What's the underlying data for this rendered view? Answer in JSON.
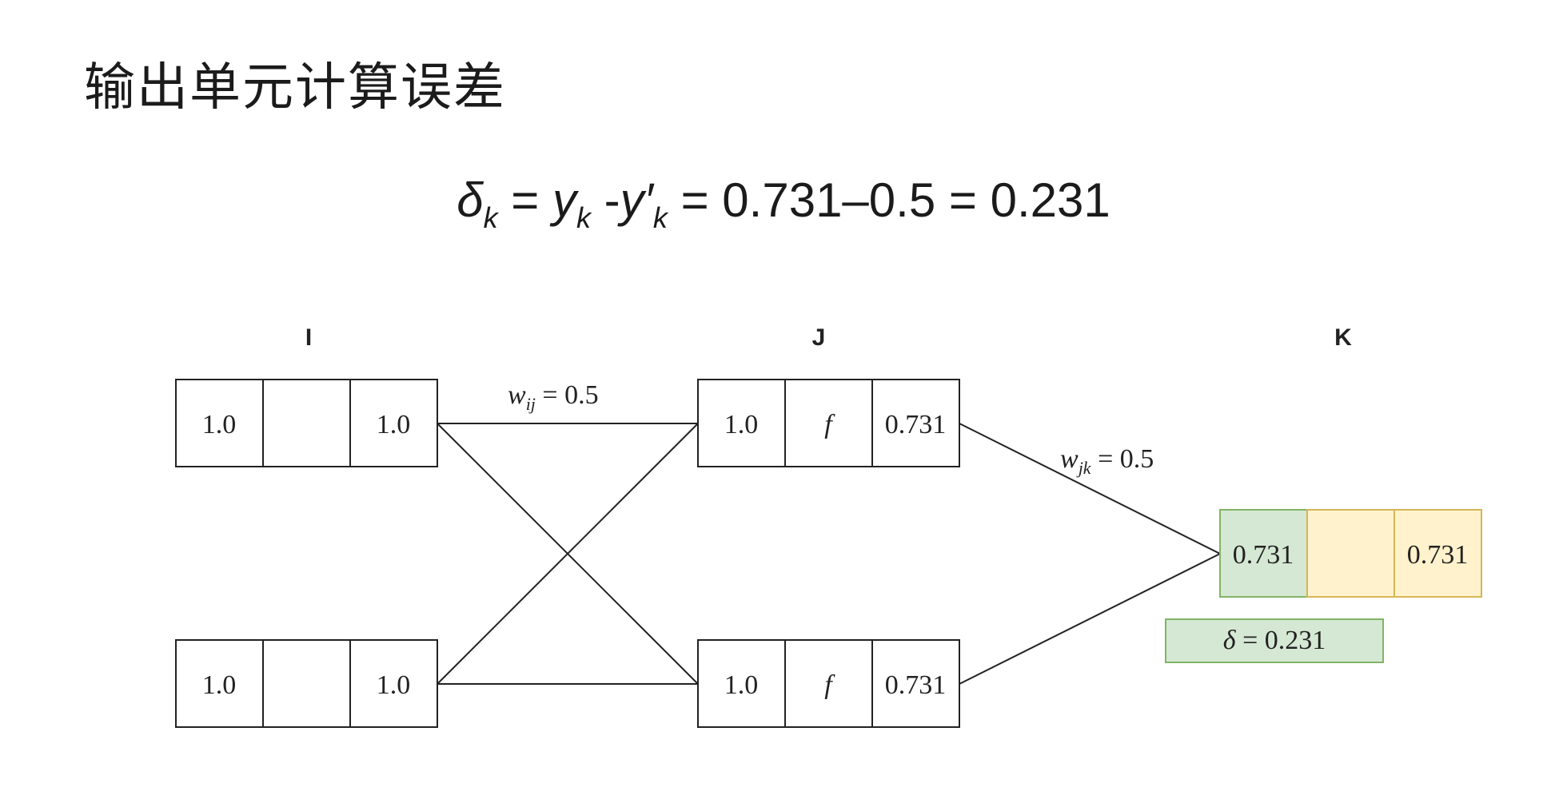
{
  "title": "输出单元计算误差",
  "formula": {
    "delta": "δ",
    "delta_sub": "k",
    "eq1": " = ",
    "y": "y",
    "y_sub": "k",
    "minus": " -",
    "yprime": "y′",
    "yprime_sub": "k",
    "rest": " = 0.731–0.5 = 0.231"
  },
  "layers": {
    "i": "I",
    "j": "J",
    "k": "K"
  },
  "nodes": {
    "i1": [
      "1.0",
      "",
      "1.0"
    ],
    "i2": [
      "1.0",
      "",
      "1.0"
    ],
    "j1": [
      "1.0",
      "f",
      "0.731"
    ],
    "j2": [
      "1.0",
      "f",
      "0.731"
    ],
    "k1": [
      "0.731",
      "",
      "0.731"
    ]
  },
  "edge_labels": {
    "wij": "w",
    "wij_sub": "ij",
    "wij_val": " = 0.5",
    "wjk": "w",
    "wjk_sub": "jk",
    "wjk_val": " = 0.5"
  },
  "delta_box": {
    "delta": "δ",
    "val": " = 0.231"
  },
  "colors": {
    "green": "#d5e8d4",
    "green_border": "#82b366",
    "yellow": "#fff2cc",
    "yellow_border": "#d6b656"
  }
}
